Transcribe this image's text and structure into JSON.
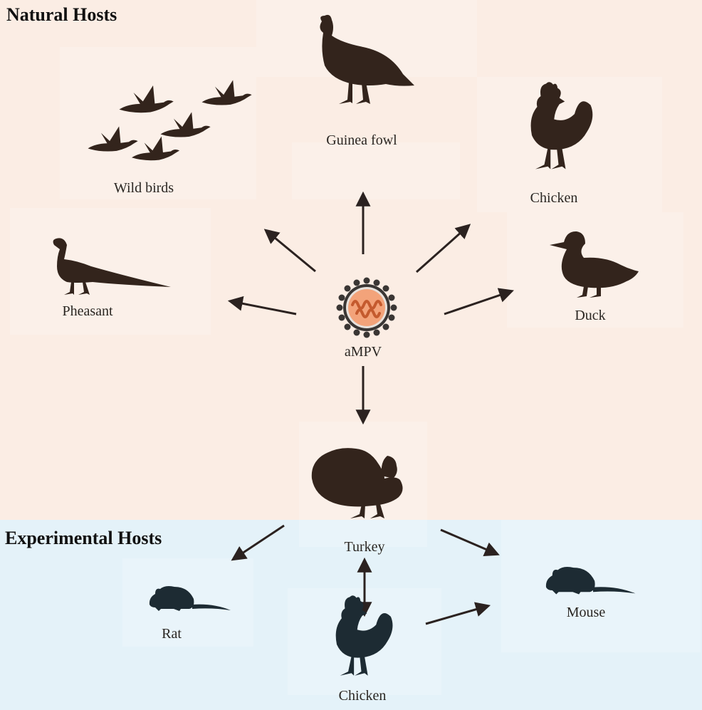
{
  "sections": {
    "natural": {
      "title": "Natural Hosts",
      "color": "#fbede4"
    },
    "experimental": {
      "title": "Experimental Hosts",
      "color": "#e4f2f9"
    }
  },
  "colors": {
    "natural_silhouette": "#33241c",
    "experimental_silhouette": "#1d2b33",
    "arrow": "#2b2220",
    "virus_core": "#f3a37a",
    "virus_rna": "#c45a2e",
    "virus_envelope": "#3a3634"
  },
  "virus": {
    "label": "aMPV",
    "icon": "virus-icon"
  },
  "natural_hosts": {
    "wild_birds": {
      "label": "Wild birds",
      "icon": "flying-geese-icon"
    },
    "guinea_fowl": {
      "label": "Guinea fowl",
      "icon": "guinea-fowl-icon"
    },
    "chicken": {
      "label": "Chicken",
      "icon": "chicken-icon"
    },
    "pheasant": {
      "label": "Pheasant",
      "icon": "pheasant-icon"
    },
    "duck": {
      "label": "Duck",
      "icon": "duck-icon"
    },
    "turkey": {
      "label": "Turkey",
      "icon": "turkey-icon"
    }
  },
  "experimental_hosts": {
    "rat": {
      "label": "Rat",
      "icon": "rat-icon"
    },
    "chicken": {
      "label": "Chicken",
      "icon": "chicken-icon"
    },
    "mouse": {
      "label": "Mouse",
      "icon": "mouse-icon"
    }
  }
}
